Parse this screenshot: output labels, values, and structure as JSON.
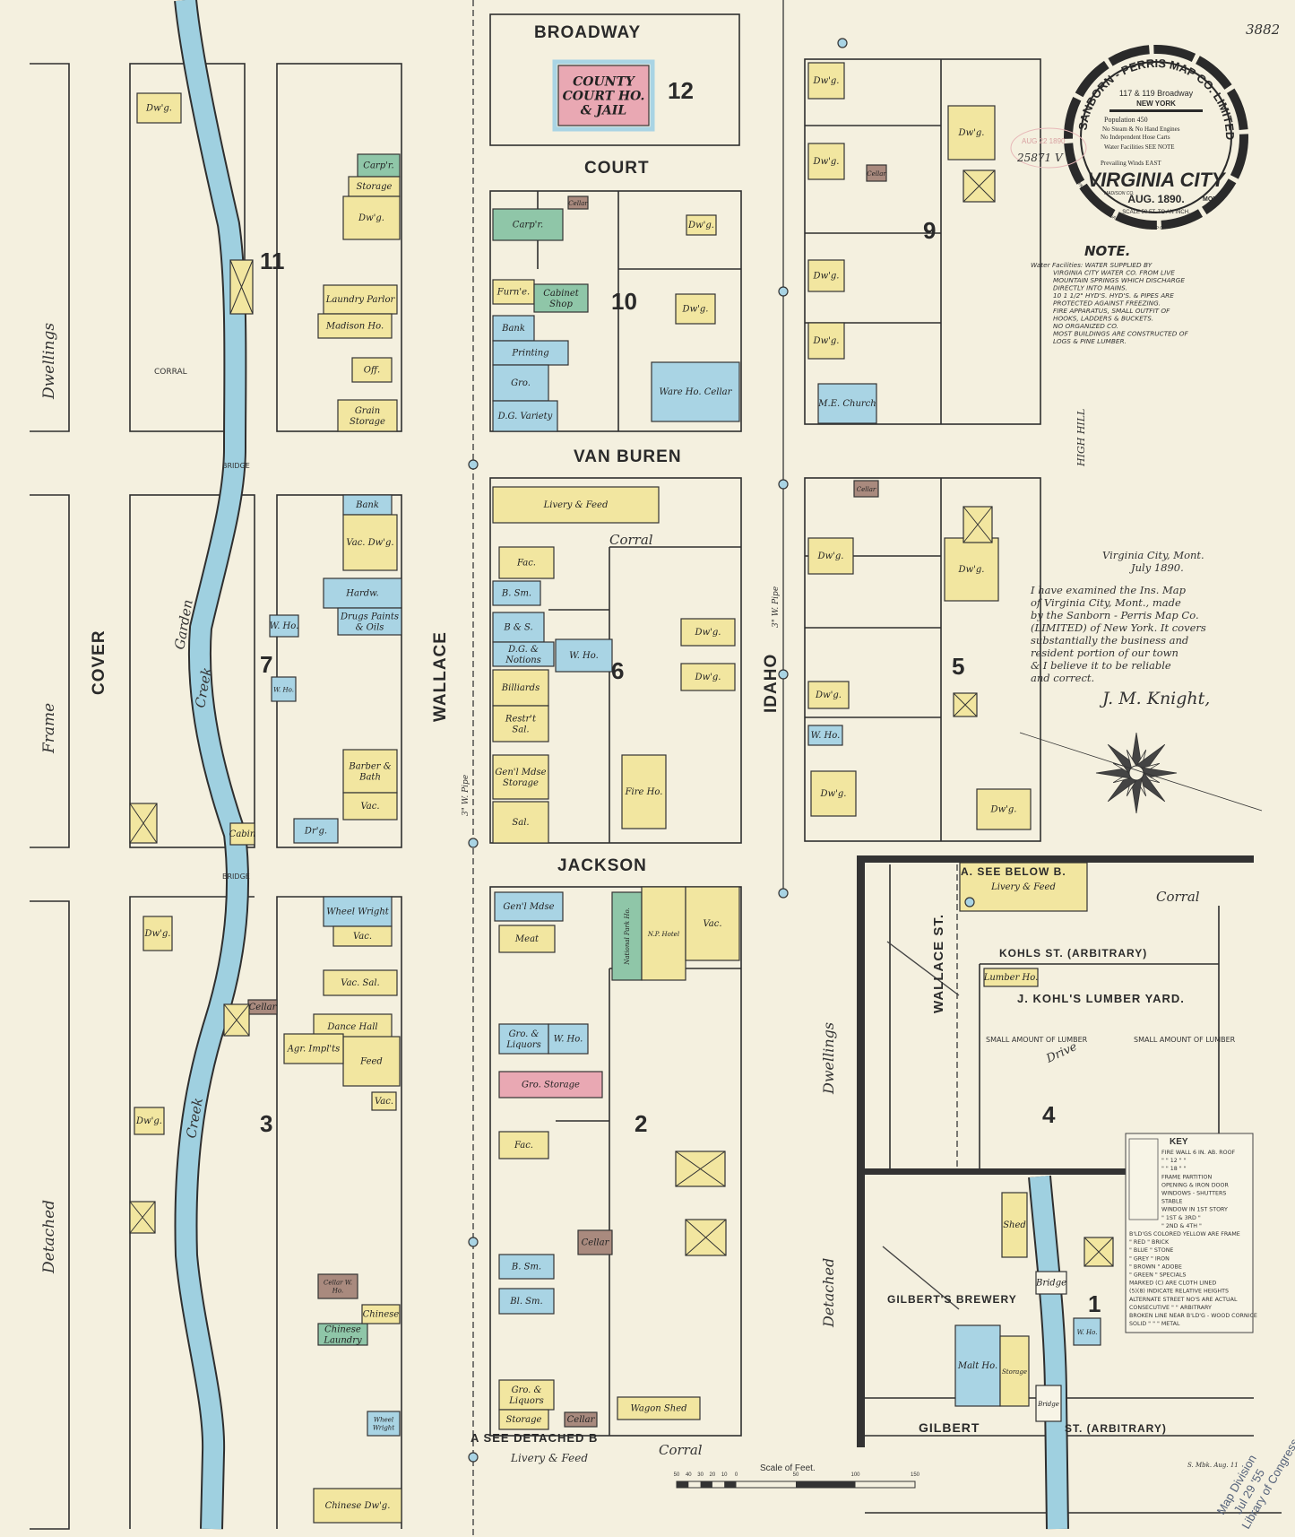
{
  "sheet_number": "3882",
  "colors": {
    "paper": "#f4f0df",
    "frame": "#f2e6a0",
    "brick": "#e9a8b3",
    "stone": "#a9d4e4",
    "adobe": "#a98a7e",
    "specials": "#8fc6a8",
    "creek": "#9fd0e0",
    "ink": "#2a2a2a"
  },
  "streets": {
    "broadway": "BROADWAY",
    "court": "COURT",
    "van_buren": "VAN BUREN",
    "jackson": "JACKSON",
    "cover": "COVER",
    "wallace": "WALLACE",
    "idaho": "IDAHO",
    "wallace_st": "WALLACE ST.",
    "kohls": "KOHLS ST. (ARBITRARY)",
    "gilbert": "GILBERT",
    "gilbert_st": "ST. (ARBITRARY)",
    "see_detached": "A  SEE DETACHED  B",
    "a_see_below": "A. SEE  BELOW B."
  },
  "features": {
    "garden": "Garden",
    "creek": "Creek",
    "creek2": "Creek",
    "bridge": "BRIDGE",
    "bridge2": "BRIDGE",
    "high_hill": "HIGH  HILL",
    "pipe_wallace": "3\" W. Pipe",
    "pipe_idaho": "3\" W. Pipe",
    "corral1": "CORRAL",
    "corral2": "Corral",
    "corral3": "Corral",
    "corral4": "Corral",
    "dwellings_left": "Dwellings",
    "frame_left": "Frame",
    "detached_left": "Detached",
    "dwellings_right": "Dwellings",
    "detached_right": "Detached",
    "lumber_yard": "J. KOHL'S LUMBER YARD.",
    "drive": "Drive",
    "lumber1": "SMALL AMOUNT OF LUMBER",
    "lumber2": "SMALL AMOUNT OF LUMBER",
    "brewery": "GILBERT'S BREWERY",
    "livery_bottom": "Livery & Feed"
  },
  "blocks": [
    "11",
    "7",
    "3",
    "12",
    "10",
    "6",
    "2",
    "9",
    "5",
    "4",
    "1"
  ],
  "buildings": [
    {
      "label": "COUNTY COURT HO. & JAIL",
      "material": "brick"
    },
    {
      "label": "Carp'r.",
      "material": "specials"
    },
    {
      "label": "Cellar",
      "material": "adobe"
    },
    {
      "label": "Furn'e.",
      "material": "frame"
    },
    {
      "label": "Cabinet Shop",
      "material": "specials"
    },
    {
      "label": "Bank",
      "material": "stone"
    },
    {
      "label": "Printing",
      "material": "stone"
    },
    {
      "label": "Gro.",
      "material": "stone"
    },
    {
      "label": "D.G. Variety",
      "material": "stone"
    },
    {
      "label": "Ware Ho. Cellar",
      "material": "stone"
    },
    {
      "label": "Dw'g.",
      "material": "frame"
    },
    {
      "label": "Dw'g.",
      "material": "frame"
    },
    {
      "label": "Livery & Feed",
      "material": "frame"
    },
    {
      "label": "Fac.",
      "material": "frame"
    },
    {
      "label": "B. Sm.",
      "material": "stone"
    },
    {
      "label": "B & S.",
      "material": "stone"
    },
    {
      "label": "D.G. & Notions",
      "material": "stone"
    },
    {
      "label": "W. Ho.",
      "material": "stone"
    },
    {
      "label": "Billiards",
      "material": "frame"
    },
    {
      "label": "Restr't Sal.",
      "material": "frame"
    },
    {
      "label": "Gen'l Mdse Storage",
      "material": "frame"
    },
    {
      "label": "Sal.",
      "material": "frame"
    },
    {
      "label": "Dw'g.",
      "material": "frame"
    },
    {
      "label": "Dw'g.",
      "material": "frame"
    },
    {
      "label": "Fire Ho.",
      "material": "frame"
    },
    {
      "label": "Gen'l Mdse",
      "material": "stone"
    },
    {
      "label": "National Park Ho.",
      "material": "specials"
    },
    {
      "label": "N.P. Hotel",
      "material": "frame"
    },
    {
      "label": "Vac.",
      "material": "frame"
    },
    {
      "label": "Meat",
      "material": "frame"
    },
    {
      "label": "Gro. & Liquors",
      "material": "stone"
    },
    {
      "label": "W. Ho.",
      "material": "stone"
    },
    {
      "label": "Gro. Storage",
      "material": "brick"
    },
    {
      "label": "Fac.",
      "material": "frame"
    },
    {
      "label": "Cellar",
      "material": "adobe"
    },
    {
      "label": "B. Sm.",
      "material": "stone"
    },
    {
      "label": "Bl. Sm.",
      "material": "stone"
    },
    {
      "label": "Gro. & Liquors",
      "material": "frame"
    },
    {
      "label": "Storage",
      "material": "frame"
    },
    {
      "label": "Wagon Shed",
      "material": "frame"
    },
    {
      "label": "Cellar",
      "material": "adobe"
    },
    {
      "label": "Carp'r.",
      "material": "specials"
    },
    {
      "label": "Storage",
      "material": "frame"
    },
    {
      "label": "Dw'g.",
      "material": "frame"
    },
    {
      "label": "Laundry Parlor",
      "material": "frame"
    },
    {
      "label": "Madison Ho.",
      "material": "frame"
    },
    {
      "label": "Off.",
      "material": "frame"
    },
    {
      "label": "Grain Storage",
      "material": "frame"
    },
    {
      "label": "Dw'g.",
      "material": "frame"
    },
    {
      "label": "Bank",
      "material": "stone"
    },
    {
      "label": "Vac. Dw'g.",
      "material": "frame"
    },
    {
      "label": "Hardw.",
      "material": "stone"
    },
    {
      "label": "Drugs Paints & Oils",
      "material": "stone"
    },
    {
      "label": "W. Ho.",
      "material": "stone"
    },
    {
      "label": "W. Ho.",
      "material": "stone"
    },
    {
      "label": "Barber & Bath",
      "material": "frame"
    },
    {
      "label": "Vac.",
      "material": "frame"
    },
    {
      "label": "Dr'g.",
      "material": "stone"
    },
    {
      "label": "Cabin",
      "material": "frame"
    },
    {
      "label": "Wheel Wright",
      "material": "stone"
    },
    {
      "label": "Vac.",
      "material": "frame"
    },
    {
      "label": "Vac. Sal.",
      "material": "frame"
    },
    {
      "label": "Dance Hall",
      "material": "frame"
    },
    {
      "label": "Feed",
      "material": "frame"
    },
    {
      "label": "Agr. Impl'ts",
      "material": "frame"
    },
    {
      "label": "Cellar",
      "material": "adobe"
    },
    {
      "label": "Vac.",
      "material": "frame"
    },
    {
      "label": "Cellar W. Ho.",
      "material": "adobe"
    },
    {
      "label": "Chinese Laundry",
      "material": "specials"
    },
    {
      "label": "Chinese",
      "material": "frame"
    },
    {
      "label": "Wheel Wright",
      "material": "stone"
    },
    {
      "label": "Chinese Dw'g.",
      "material": "frame"
    },
    {
      "label": "Dw'g.",
      "material": "frame"
    },
    {
      "label": "Dw'g.",
      "material": "frame"
    },
    {
      "label": "M.E. Church",
      "material": "stone"
    },
    {
      "label": "Cellar",
      "material": "adobe"
    },
    {
      "label": "Dw'g.",
      "material": "frame"
    },
    {
      "label": "Dw'g.",
      "material": "frame"
    },
    {
      "label": "Dw'g.",
      "material": "frame"
    },
    {
      "label": "Dw'g.",
      "material": "frame"
    },
    {
      "label": "Cellar",
      "material": "adobe"
    },
    {
      "label": "Dw'g.",
      "material": "frame"
    },
    {
      "label": "Dw'g.",
      "material": "frame"
    },
    {
      "label": "W. Ho.",
      "material": "stone"
    },
    {
      "label": "Dw'g.",
      "material": "frame"
    },
    {
      "label": "Livery & Feed",
      "material": "frame"
    },
    {
      "label": "Lumber Ho.",
      "material": "frame"
    },
    {
      "label": "Shed",
      "material": "frame"
    },
    {
      "label": "Malt Ho.",
      "material": "stone"
    },
    {
      "label": "Storage",
      "material": "frame"
    },
    {
      "label": "W. Ho.",
      "material": "stone"
    },
    {
      "label": "Bridge",
      "material": "none"
    },
    {
      "label": "Bridge",
      "material": "none"
    },
    {
      "label": "Dw'g.",
      "material": "frame"
    },
    {
      "label": "Dw'g.",
      "material": "frame"
    },
    {
      "label": "Dw'g.",
      "material": "frame"
    }
  ],
  "cartouche": {
    "company": "SANBORN - PERRIS MAP CO. LIMITED",
    "address": "117 & 119 Broadway",
    "city": "NEW YORK",
    "population": "Population 450",
    "engines": "No Steam & No Hand Engines",
    "hose": "No Independent Hose Carts",
    "water": "Water Facilities SEE NOTE",
    "winds": "Prevailing Winds EAST",
    "town": "VIRGINIA CITY",
    "county": "MADISON CO.",
    "date": "AUG. 1890.",
    "state": "MONT.",
    "scale": "SCALE 50 FT. TO AN INCH.",
    "copyright": "COPYRIGHT 1890 BY THE SANBORN-PERRIS MAP CO. LIMITED"
  },
  "receipt_stamp": "AUG 22 1890",
  "accession": "25871 V",
  "note": {
    "title": "NOTE.",
    "lines": [
      "Water Facilities:  WATER SUPPLIED BY",
      "VIRGINIA CITY WATER CO. FROM LIVE",
      "MOUNTAIN SPRINGS WHICH DISCHARGE",
      "DIRECTLY INTO MAINS.",
      "10  1 1/2\" HYD'S.  HYD'S. & PIPES ARE",
      "PROTECTED AGAINST FREEZING.",
      "FIRE APPARATUS, SMALL OUTFIT OF",
      "HOOKS, LADDERS & BUCKETS.",
      "NO ORGANIZED CO.",
      "MOST BUILDINGS ARE CONSTRUCTED OF",
      "LOGS & PINE LUMBER."
    ]
  },
  "certification": {
    "place": "Virginia City, Mont.",
    "date": "July 1890.",
    "lines": [
      "I have examined the Ins. Map",
      "of Virginia City, Mont., made",
      "by the Sanborn - Perris Map Co.",
      "(LIMITED) of New York. It covers",
      "substantially the business and",
      "resident portion of our town",
      "& I believe it to be reliable",
      "and correct."
    ],
    "signature": "J. M. Knight,"
  },
  "key": {
    "title": "KEY",
    "lines": [
      "FIRE WALL 6 IN. AB. ROOF",
      "\"   \"  12 \"   \"",
      "\"   \"  18 \"   \"",
      "FRAME PARTITION",
      "OPENING & IRON DOOR",
      "WINDOWS - SHUTTERS",
      "STABLE",
      "WINDOW IN 1ST STORY",
      "\"  1ST & 3RD \"",
      "\"  2ND & 4TH \"",
      "B'LD'GS COLORED YELLOW ARE FRAME",
      "\"  RED  \"  BRICK",
      "\"  BLUE  \"  STONE",
      "\"  GREY  \"  IRON",
      "\"  BROWN  \"  ADOBE",
      "\"  GREEN  \"  SPECIALS",
      "MARKED (C) ARE CLOTH LINED",
      "(5)(8) INDICATE RELATIVE HEIGHTS",
      "ALTERNATE STREET NO'S ARE ACTUAL",
      "CONSECUTIVE  \"  \"  ARBITRARY",
      "BROKEN LINE NEAR B'LD'G - WOOD CORNICE",
      "SOLID  \"  \"  \"  METAL"
    ]
  },
  "scale_bar": {
    "title": "Scale of Feet.",
    "ticks": [
      "50",
      "40",
      "30",
      "20",
      "10",
      "0",
      "50",
      "100",
      "150"
    ]
  },
  "lc_stamp": [
    "Map Division",
    "Jul 29 '55",
    "Library of Congress"
  ],
  "initials": "S. Mbk. Aug. 11"
}
